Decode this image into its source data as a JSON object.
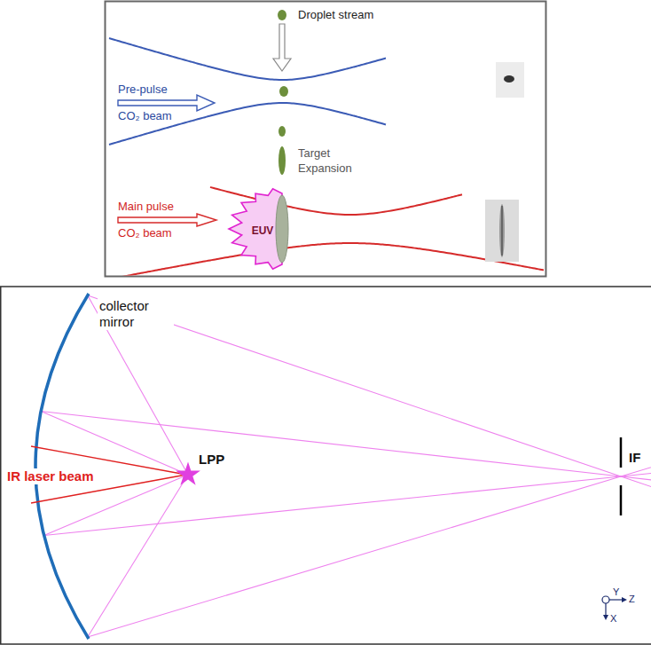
{
  "diagram": {
    "labels": [
      "Droplet stream",
      "Pre-pulse CO₂ beam",
      "Target Expansion",
      "Main pulse CO₂ beam",
      "EUV",
      "collector mirror",
      "IR laser beam",
      "LPP",
      "IF",
      "Y",
      "Z",
      "X"
    ]
  }
}
